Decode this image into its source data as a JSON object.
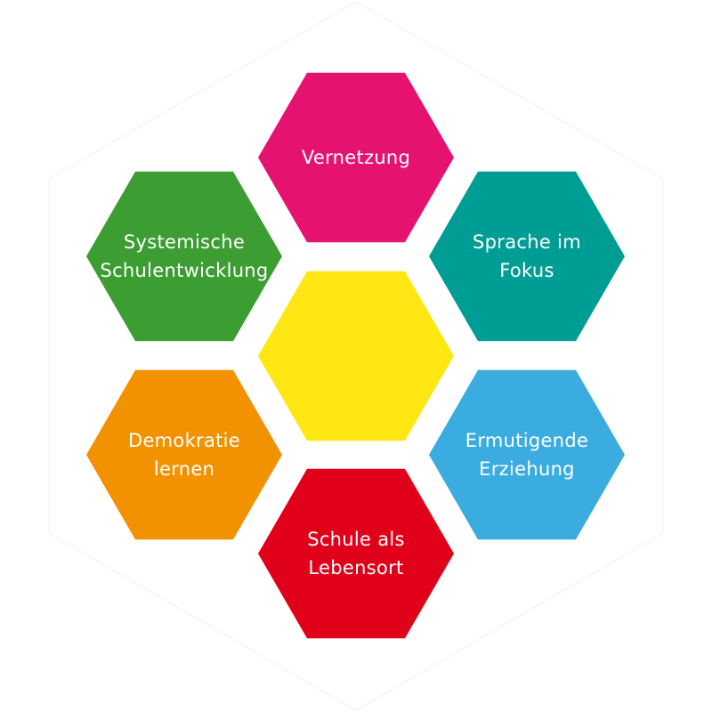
{
  "diagram": {
    "hexagons": [
      {
        "id": "center",
        "lines": [],
        "color": "#FEE713"
      },
      {
        "id": "vernetzung",
        "lines": [
          "Vernetzung"
        ],
        "color": "#E5136F"
      },
      {
        "id": "sprache",
        "lines": [
          "Sprache im",
          "Fokus"
        ],
        "color": "#009D94"
      },
      {
        "id": "ermutigende",
        "lines": [
          "Ermutigende",
          "Erziehung"
        ],
        "color": "#3AACDF"
      },
      {
        "id": "schule",
        "lines": [
          "Schule als",
          "Lebensort"
        ],
        "color": "#E1001A"
      },
      {
        "id": "demokratie",
        "lines": [
          "Demokratie",
          "lernen"
        ],
        "color": "#F39200"
      },
      {
        "id": "systemische",
        "lines": [
          "Systemische",
          "Schulentwicklung"
        ],
        "color": "#3C9D32"
      }
    ]
  }
}
